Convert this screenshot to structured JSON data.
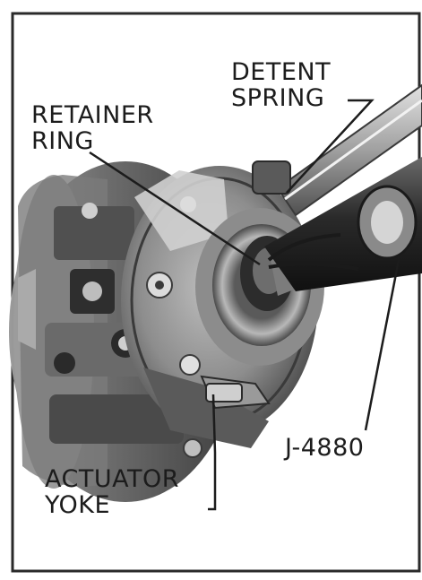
{
  "figure": {
    "labels": {
      "detent_spring": [
        "DETENT",
        "SPRING"
      ],
      "retainer_ring": [
        "RETAINER",
        "RING"
      ],
      "tool": [
        "J-4880"
      ],
      "actuator_yoke": [
        "ACTUATOR",
        "YOKE"
      ]
    },
    "colors": {
      "background": "#ffffff",
      "frame": "#2a2a2a",
      "metal_dark": "#3a3a3a",
      "metal_mid": "#8a8a8a",
      "metal_light": "#c9c9c9",
      "label_text": "#1c1c1c"
    }
  }
}
